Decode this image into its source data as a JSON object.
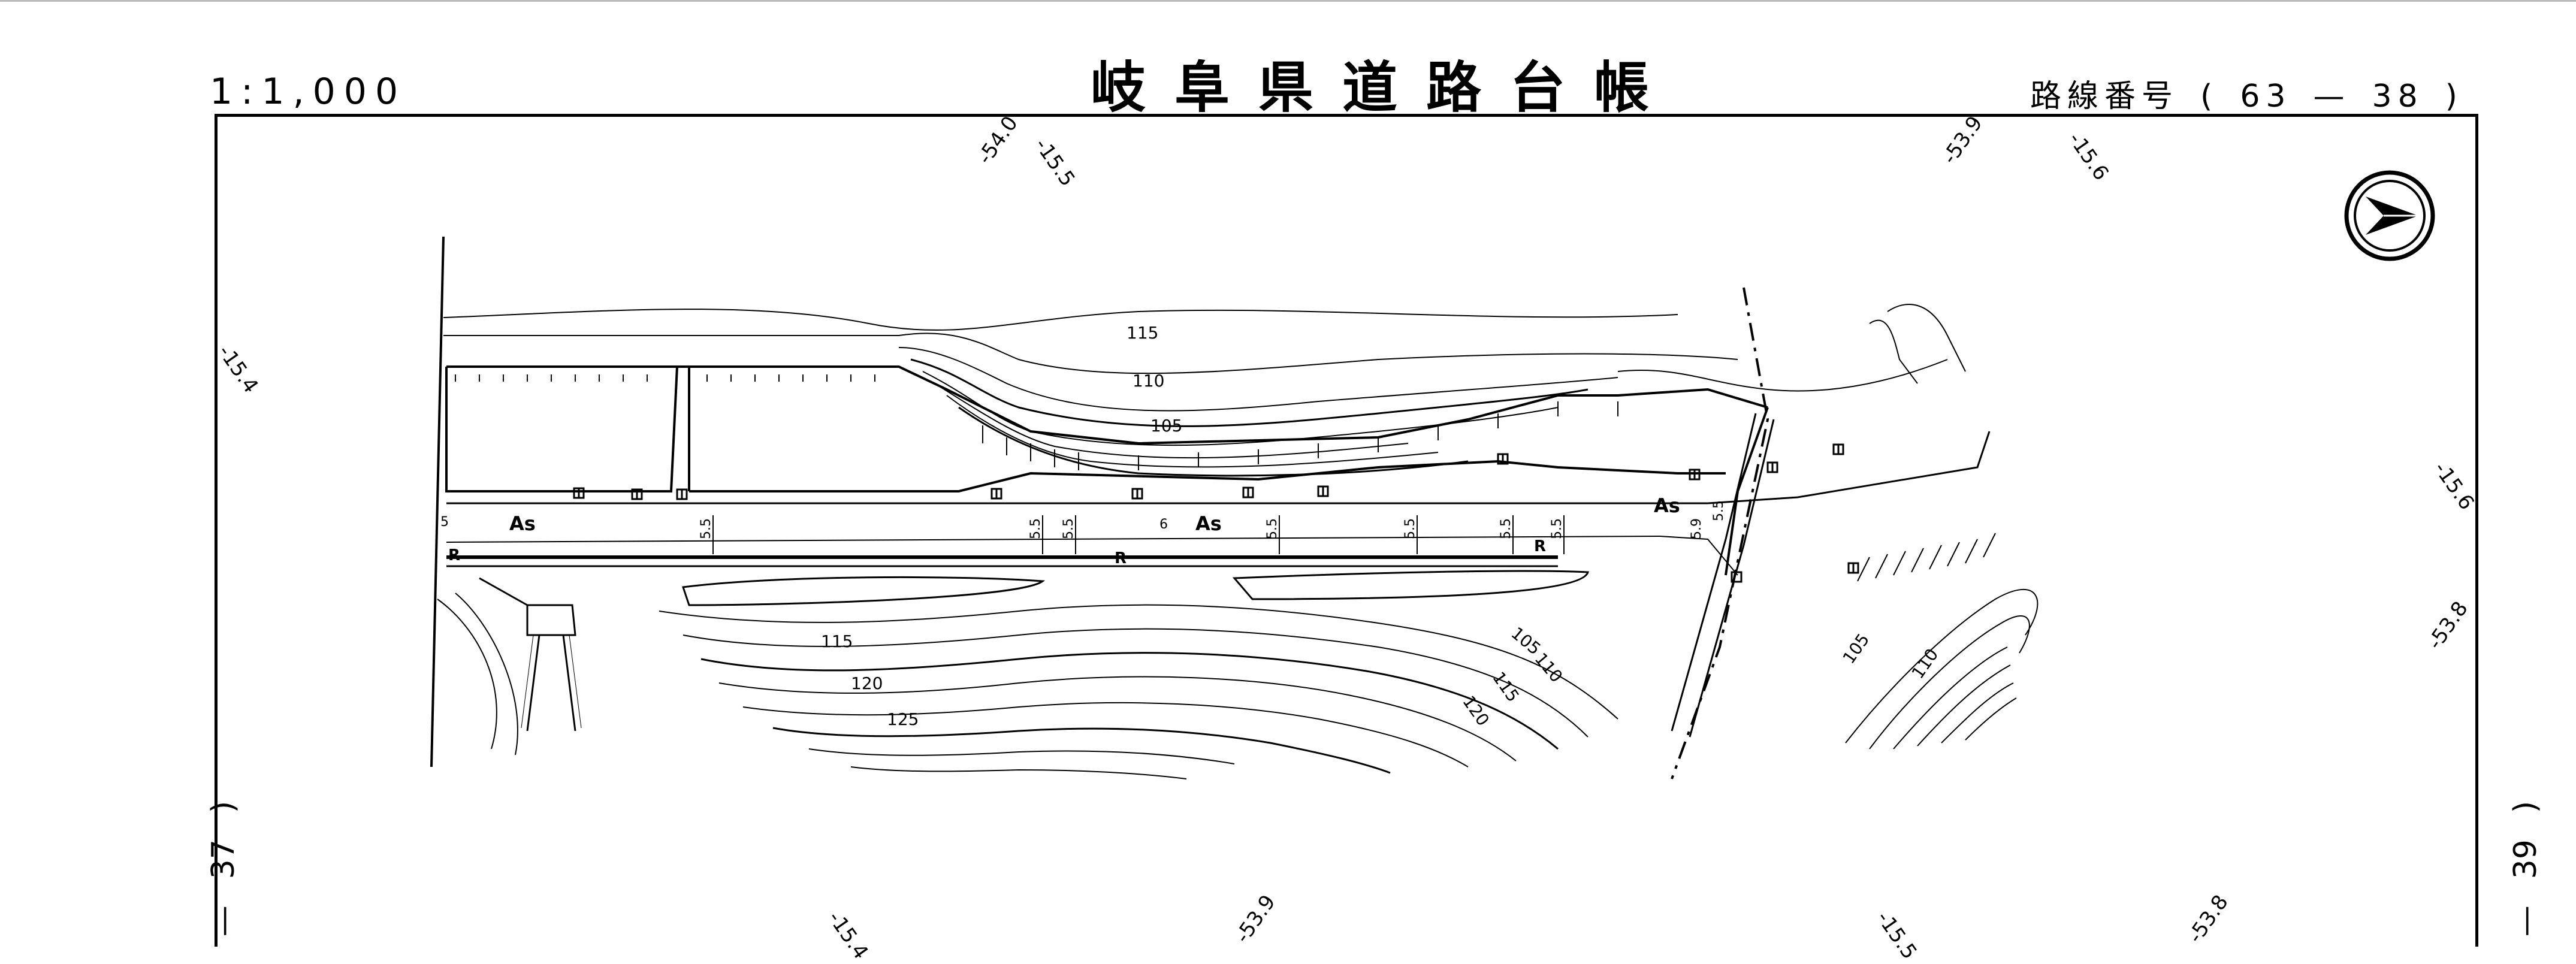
{
  "header": {
    "scale": "1:1,000",
    "title": "岐阜県道路台帳",
    "route_label": "路線番号",
    "route_open": "(",
    "route_major": "63",
    "route_dash": "—",
    "route_minor": "38",
    "route_close": ")"
  },
  "sheet_refs": {
    "left": {
      "dash": "—",
      "number": "37",
      "paren": ")"
    },
    "right": {
      "dash": "—",
      "number": "39",
      "paren": ")"
    }
  },
  "coordinates": {
    "top": [
      "-54.0",
      "-15.5",
      "-53.9",
      "-15.6"
    ],
    "left": [
      "-15.4"
    ],
    "right": [
      "-15.6",
      "-53.8"
    ],
    "bottom": [
      "-15.4",
      "-53.9",
      "-15.5",
      "-53.8"
    ]
  },
  "map": {
    "pavement_labels": [
      "As",
      "As",
      "As"
    ],
    "road_marks": [
      "R",
      "R",
      "R"
    ],
    "widths": [
      "5",
      "5.5",
      "5.5",
      "5.5",
      "6",
      "5.5",
      "5.5",
      "5.5",
      "5.5",
      "5.9",
      "5.5"
    ],
    "contours_north": [
      "115",
      "110",
      "105"
    ],
    "contours_south": [
      "115",
      "120",
      "125",
      "105",
      "110",
      "115",
      "120"
    ],
    "contours_east": [
      "105",
      "110"
    ]
  },
  "north_arrow": {
    "icon": "north-arrow-icon"
  }
}
